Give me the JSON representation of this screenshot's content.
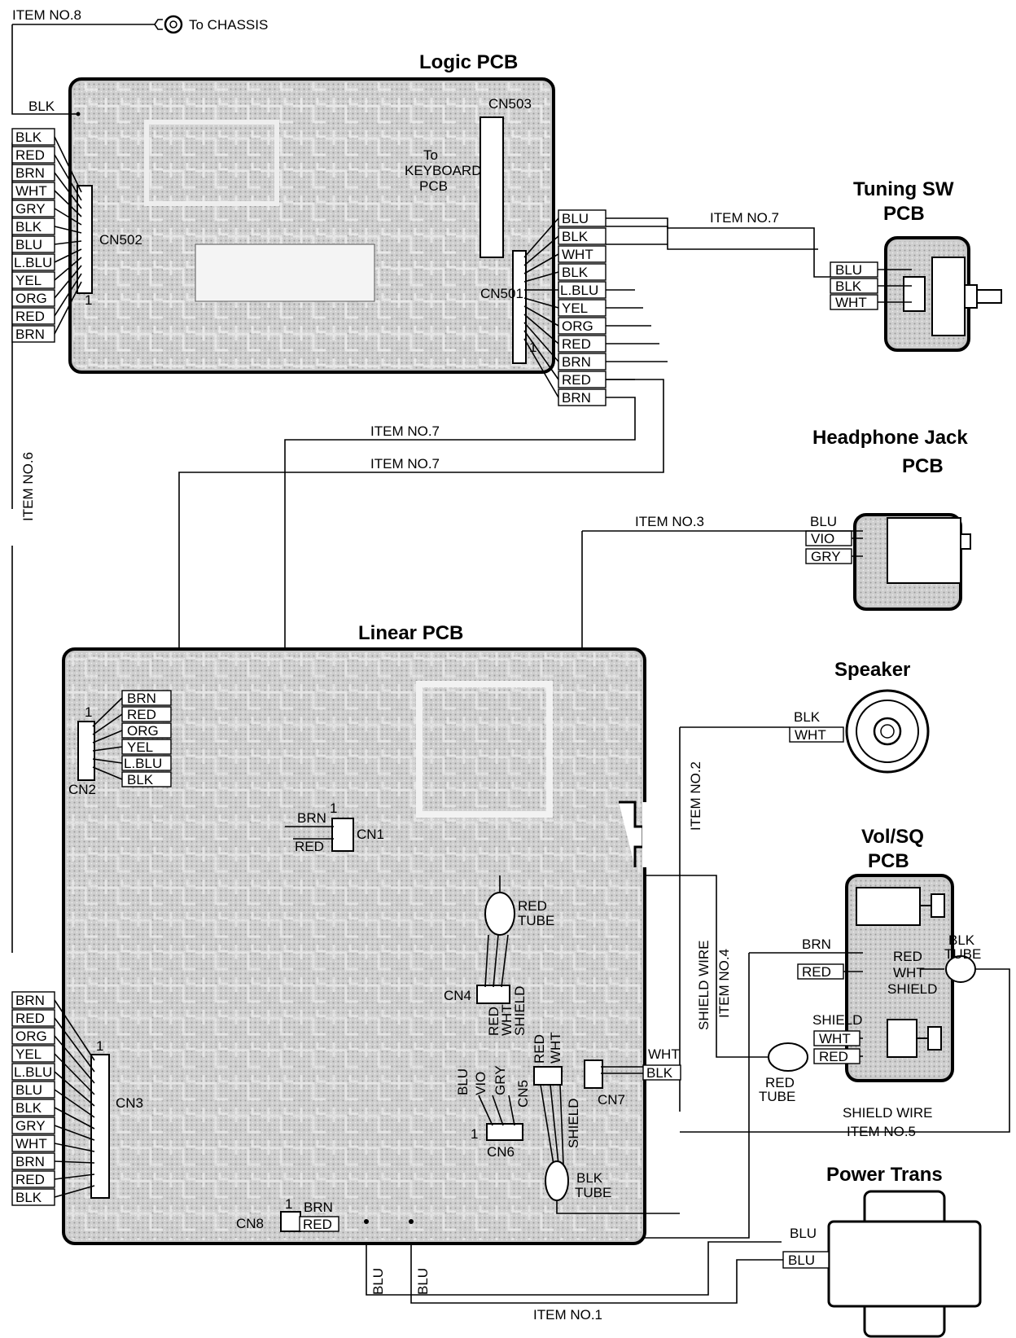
{
  "items": {
    "item8": "ITEM NO.8",
    "item7a": "ITEM NO.7",
    "item7b": "ITEM NO.7",
    "item7c": "ITEM NO.7",
    "item6": "ITEM NO.6",
    "item3": "ITEM NO.3",
    "item2": "ITEM NO.2",
    "item4": "ITEM NO.4",
    "item5": "ITEM NO.5",
    "item1": "ITEM NO.1",
    "shield_wire_a": "SHIELD WIRE",
    "shield_wire_b": "SHIELD WIRE"
  },
  "chassis": "To CHASSIS",
  "boards": {
    "logic": "Logic PCB",
    "linear": "Linear PCB",
    "tuning_l1": "Tuning SW",
    "tuning_l2": "PCB",
    "headphone_l1": "Headphone Jack",
    "headphone_l2": "PCB",
    "speaker": "Speaker",
    "volsq_l1": "Vol/SQ",
    "volsq_l2": "PCB",
    "power": "Power Trans"
  },
  "connectors": {
    "cn503": "CN503",
    "cn502": "CN502",
    "cn501": "CN501",
    "cn2": "CN2",
    "cn1": "CN1",
    "cn3": "CN3",
    "cn4": "CN4",
    "cn5": "CN5",
    "cn6": "CN6",
    "cn7": "CN7",
    "cn8": "CN8",
    "pin1": "1"
  },
  "keyboard_note": [
    "To",
    "KEYBOARD",
    "PCB"
  ],
  "wires": {
    "chassis_blk": "BLK",
    "cn502": [
      "BLK",
      "RED",
      "BRN",
      "WHT",
      "GRY",
      "BLK",
      "BLU",
      "L.BLU",
      "YEL",
      "ORG",
      "RED",
      "BRN"
    ],
    "cn501": [
      "BLU",
      "BLK",
      "WHT",
      "BLK",
      "L.BLU",
      "YEL",
      "ORG",
      "RED",
      "BRN",
      "RED",
      "BRN"
    ],
    "tuning": [
      "BLU",
      "BLK",
      "WHT"
    ],
    "headphone": [
      "BLU",
      "VIO",
      "GRY"
    ],
    "speaker": [
      "BLK",
      "WHT"
    ],
    "cn2": [
      "BRN",
      "RED",
      "ORG",
      "YEL",
      "L.BLU",
      "BLK"
    ],
    "cn1": [
      "BRN",
      "RED"
    ],
    "cn3": [
      "BRN",
      "RED",
      "ORG",
      "YEL",
      "L.BLU",
      "BLU",
      "BLK",
      "GRY",
      "WHT",
      "BRN",
      "RED",
      "BLK"
    ],
    "cn4": [
      "RED",
      "WHT",
      "SHIELD"
    ],
    "cn6": [
      "BLU",
      "VIO",
      "GRY"
    ],
    "cn5": [
      "RED",
      "WHT",
      "SHIELD"
    ],
    "cn7": [
      "WHT",
      "BLK"
    ],
    "cn8": [
      "BRN",
      "RED"
    ],
    "volsq_left": [
      "BRN",
      "RED"
    ],
    "volsq_right": [
      "RED",
      "WHT",
      "SHIELD"
    ],
    "volsq_bottom": [
      "SHIELD",
      "WHT",
      "RED"
    ],
    "power": [
      "BLU",
      "BLU"
    ],
    "linear_blu": [
      "BLU",
      "BLU"
    ]
  },
  "tubes": {
    "red_tube": [
      "RED",
      "TUBE"
    ],
    "blk_tube": [
      "BLK",
      "TUBE"
    ],
    "blk_tube_right": [
      "BLK",
      "TUBE"
    ],
    "red_tube_bottom": [
      "RED",
      "TUBE"
    ]
  }
}
